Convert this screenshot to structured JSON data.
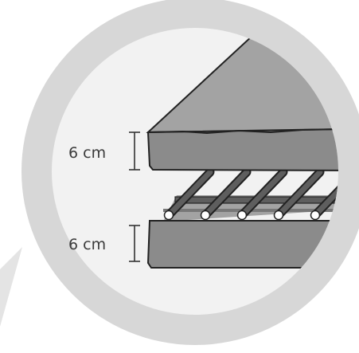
{
  "diagram": {
    "top_layer_thickness": "6 cm",
    "bottom_layer_thickness": "6 cm",
    "rebar_count": 5,
    "colors": {
      "ring": "#d7d7d7",
      "disc": "#f2f2f2",
      "slab_face": "#8b8b8b",
      "slab_top": "#a3a3a3",
      "bar_shade": "#5e5e5e",
      "bar_light": "#ffffff",
      "backdrop": "#e4e4e4"
    }
  }
}
